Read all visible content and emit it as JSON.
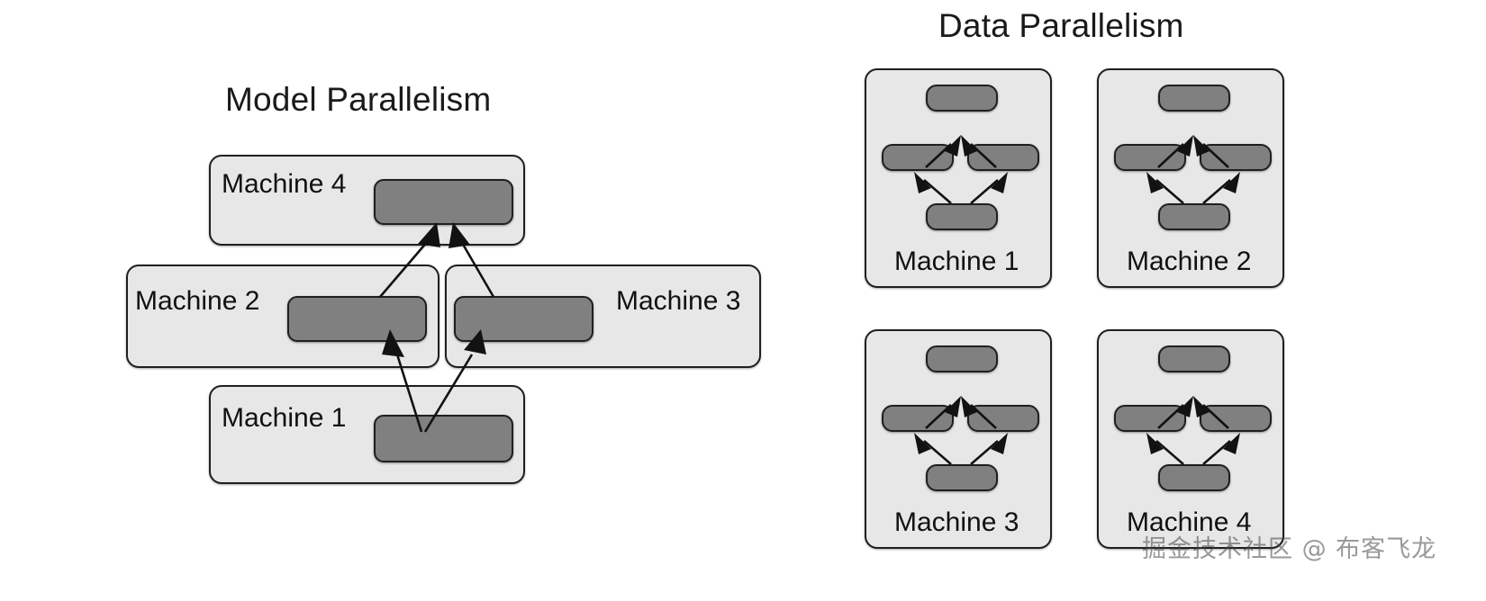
{
  "titles": {
    "model": "Model Parallelism",
    "data": "Data Parallelism"
  },
  "colors": {
    "panel_fill": "#e7e7e7",
    "panel_stroke": "#1f1f1f",
    "block_fill": "#808080",
    "block_stroke": "#1f1f1f",
    "arrow": "#121212",
    "text": "#111111",
    "background": "#ffffff"
  },
  "model_parallelism": {
    "machines": [
      {
        "id": "m4",
        "label": "Machine 4"
      },
      {
        "id": "m2",
        "label": "Machine 2"
      },
      {
        "id": "m3",
        "label": "Machine 3"
      },
      {
        "id": "m1",
        "label": "Machine 1"
      }
    ],
    "flow": [
      {
        "from": "Machine 1",
        "to": "Machine 2"
      },
      {
        "from": "Machine 1",
        "to": "Machine 3"
      },
      {
        "from": "Machine 2",
        "to": "Machine 4"
      },
      {
        "from": "Machine 3",
        "to": "Machine 4"
      }
    ],
    "description": "One model split across four machines; each machine holds one shard and arrows show activation flow upward."
  },
  "data_parallelism": {
    "machines": [
      {
        "id": "dp1",
        "label": "Machine 1"
      },
      {
        "id": "dp2",
        "label": "Machine 2"
      },
      {
        "id": "dp3",
        "label": "Machine 3"
      },
      {
        "id": "dp4",
        "label": "Machine 4"
      }
    ],
    "replica_layers": [
      "input",
      "hidden-left",
      "hidden-right",
      "output"
    ],
    "description": "Full model replica on every machine; four identical 1-2-1 graphs, arrows flow bottom to top."
  },
  "watermark": {
    "text": "掘金技术社区 @ 布客飞龙"
  }
}
